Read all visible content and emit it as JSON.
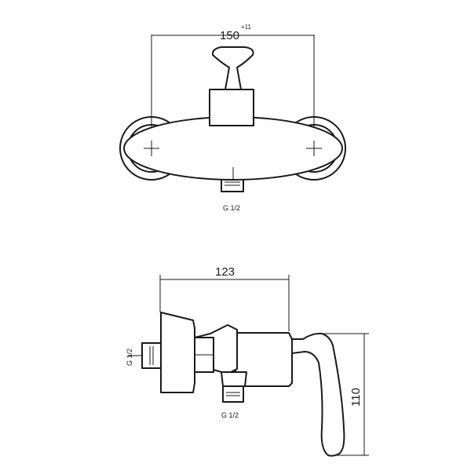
{
  "front_view": {
    "width_dim": "150",
    "width_tolerance": "+11",
    "thread_label": "G 1/2"
  },
  "side_view": {
    "depth_dim": "123",
    "height_dim": "110",
    "inlet_thread_label": "G 1/2",
    "outlet_thread_label": "G 1/2"
  }
}
